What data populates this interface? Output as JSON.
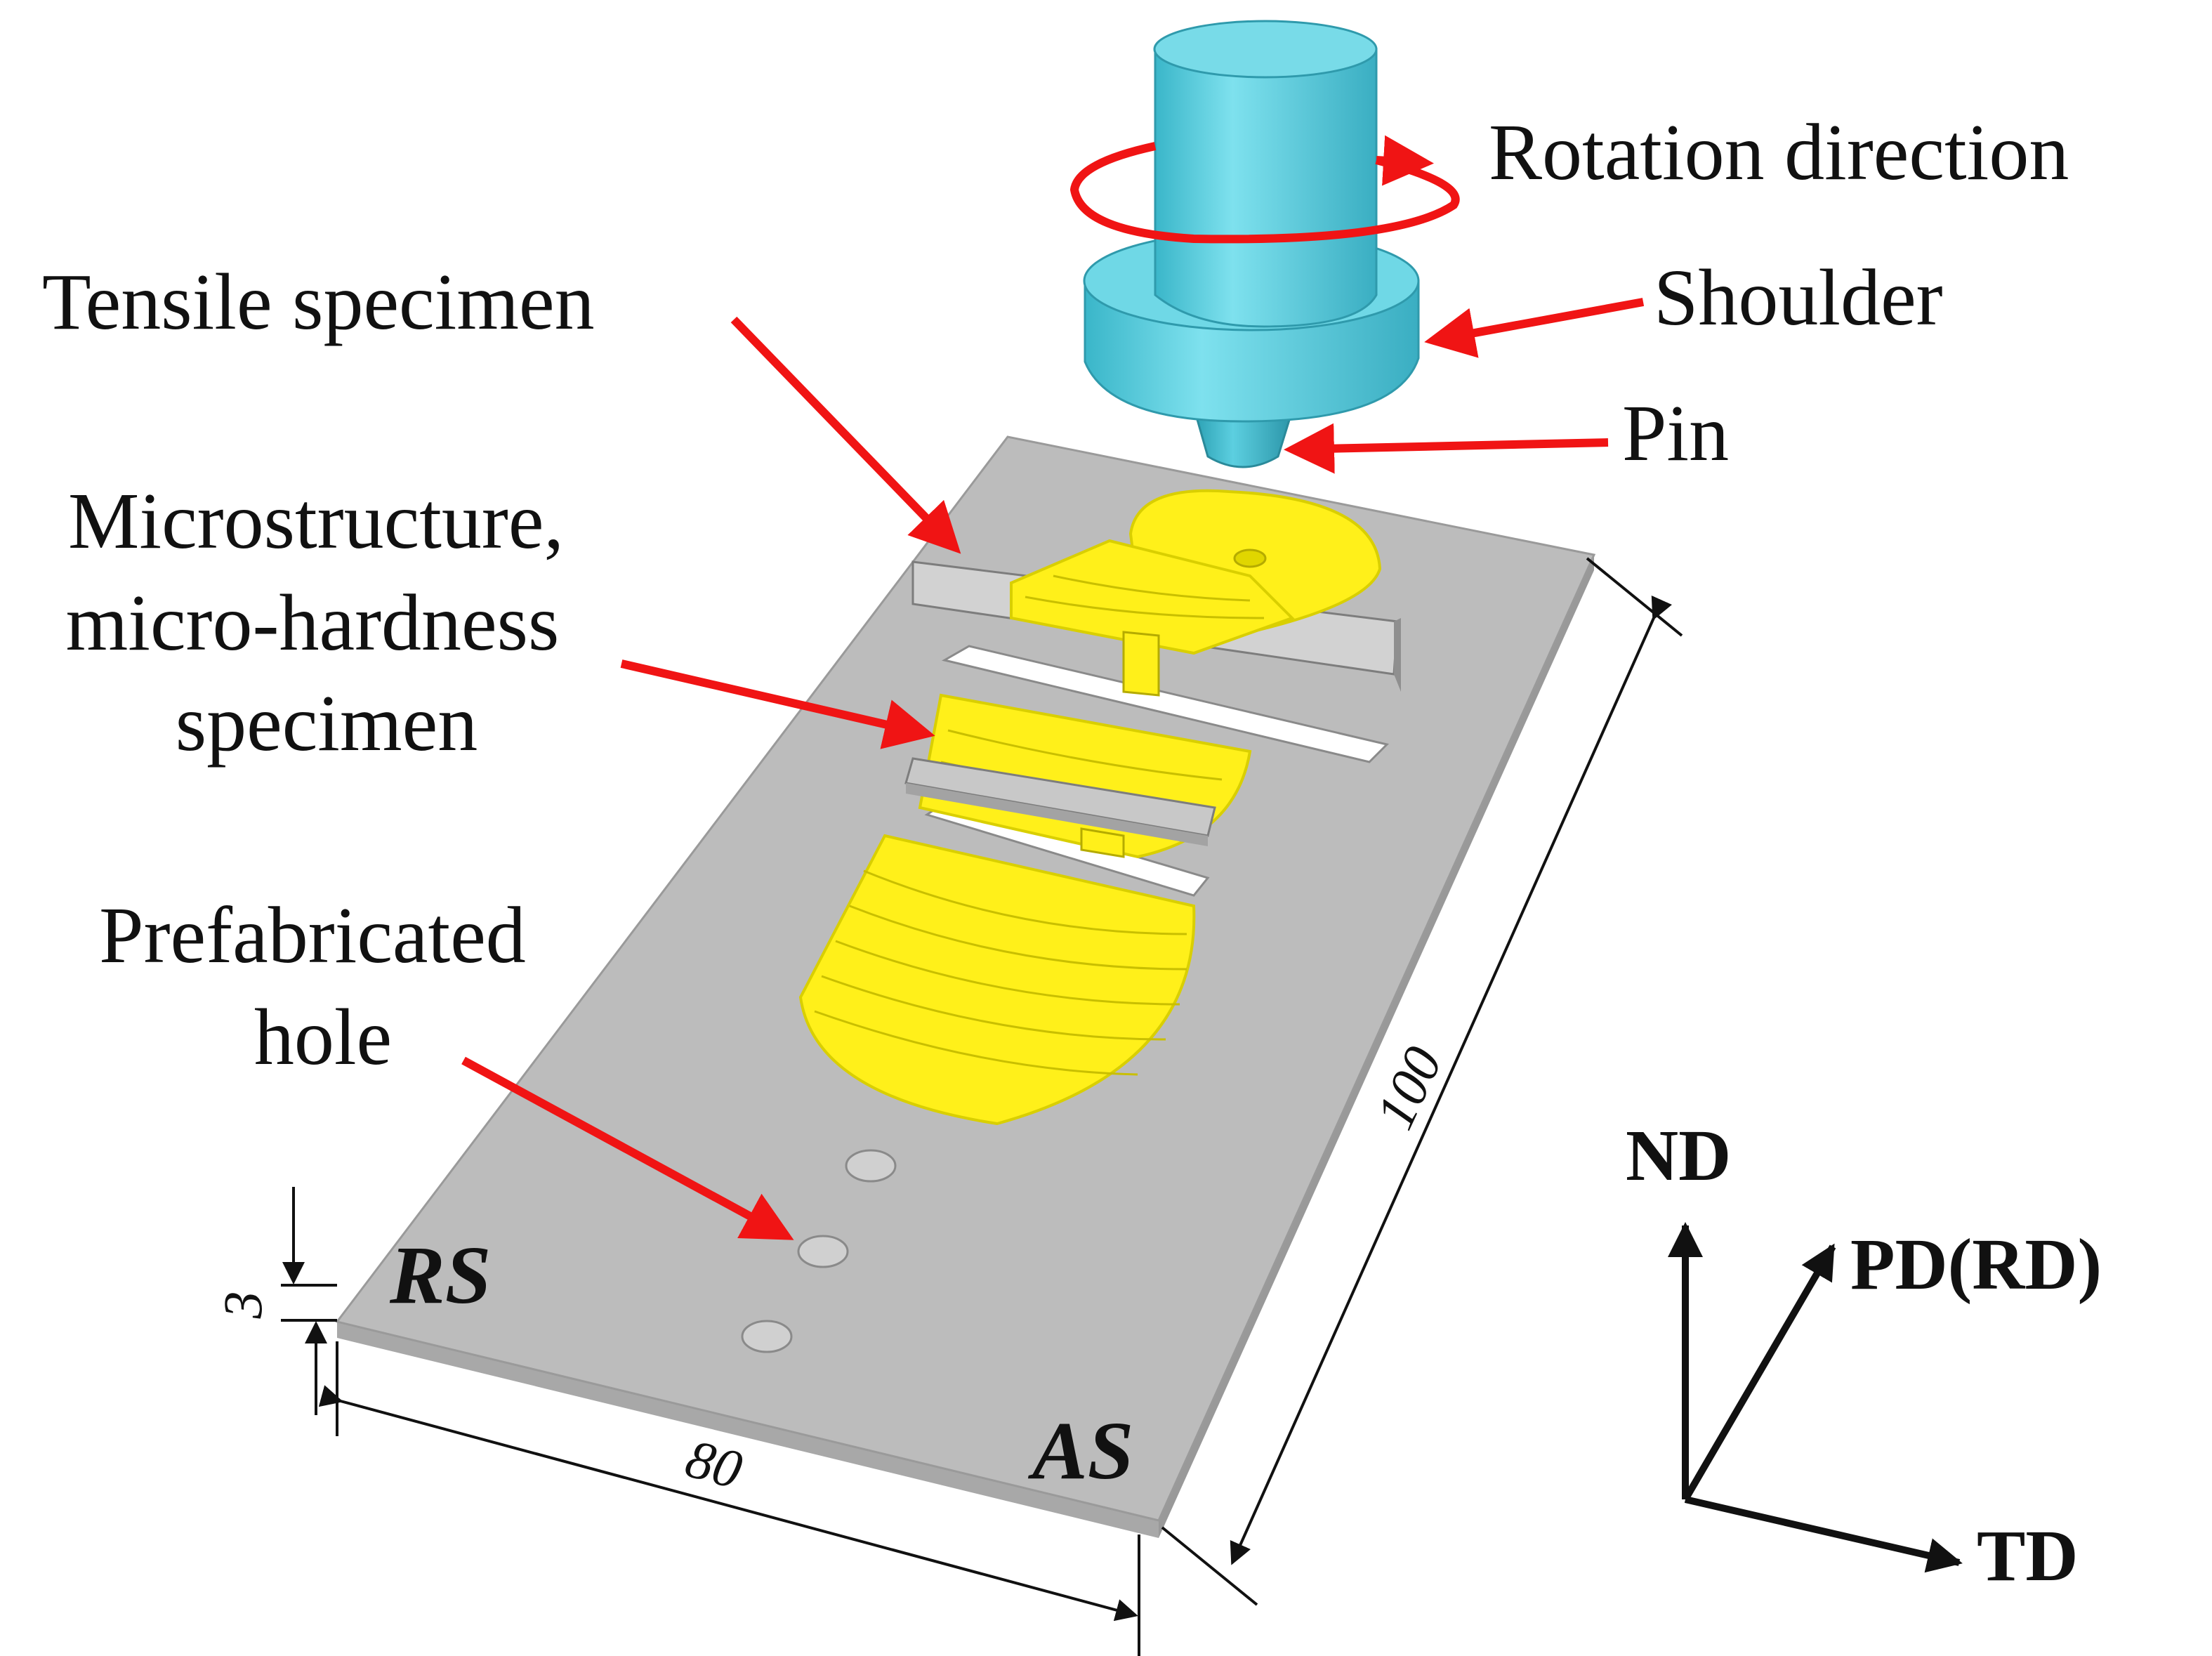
{
  "labels": {
    "rotation": "Rotation direction",
    "shoulder": "Shoulder",
    "pin": "Pin",
    "tensile": "Tensile specimen",
    "micro_line1": "Microstructure,",
    "micro_line2": "micro-hardness",
    "micro_line3": "specimen",
    "hole_line1": "Prefabricated",
    "hole_line2": "hole"
  },
  "dimensions": {
    "length": "100",
    "width": "80",
    "thickness": "3"
  },
  "sides": {
    "retreating": "RS",
    "advancing": "AS"
  },
  "axes": {
    "nd": "ND",
    "pd": "PD(RD)",
    "td": "TD"
  },
  "colors": {
    "plate_top": "#bdbdbd",
    "plate_edge": "#9e9e9e",
    "weld_zone": "#ffff1a",
    "tool": "#5ecfe0",
    "arrow": "#f01414"
  }
}
